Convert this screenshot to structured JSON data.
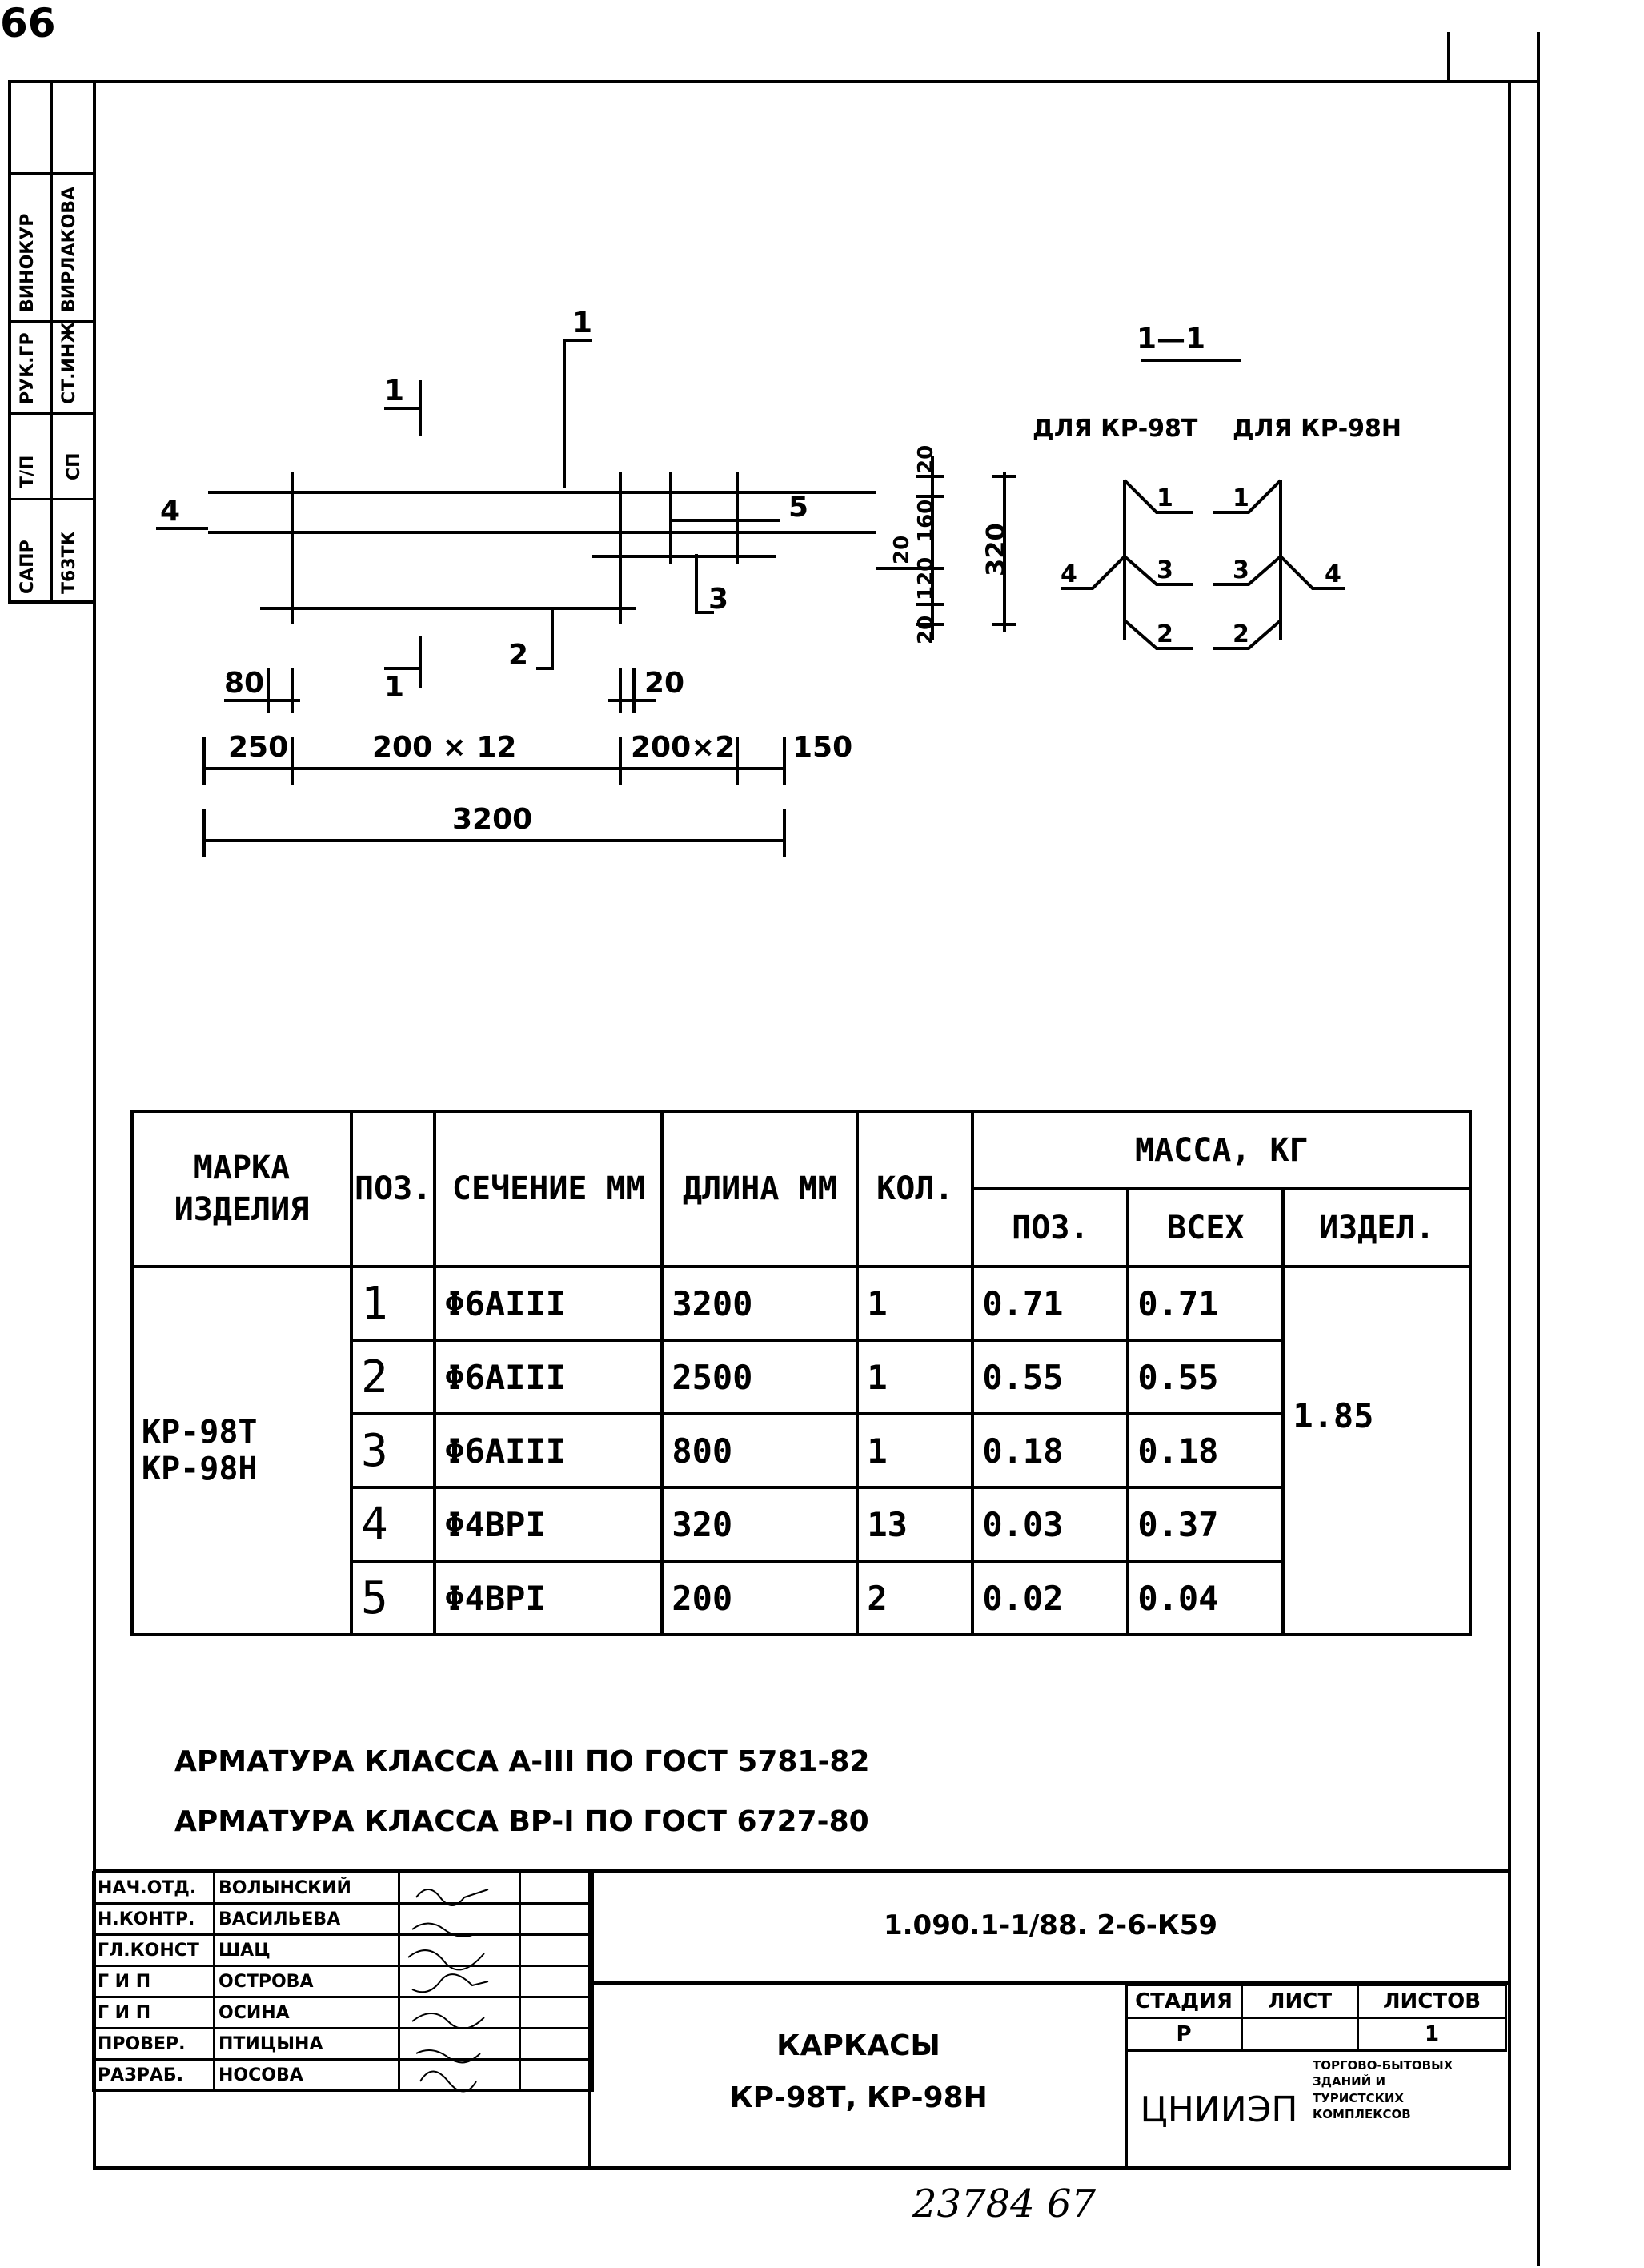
{
  "page_number": "66",
  "stamp": {
    "cells": [
      "САПР",
      "Т63ТК",
      "Т/П",
      "СП",
      "РУК.ГР",
      "СТ.ИНЖ",
      "ВИНОКУР",
      "ВИРЛАКОВА"
    ]
  },
  "drawing": {
    "section_mark": "1—1",
    "for_t": "ДЛЯ КР-98Т",
    "for_h": "ДЛЯ КР-98Н",
    "labels": {
      "p1": "1",
      "p2": "2",
      "p3": "3",
      "p4": "4",
      "p5": "5",
      "cut": "1",
      "d80": "80",
      "d20": "20",
      "d250": "250",
      "d200x12": "200 × 12",
      "d200x2": "200×2",
      "d150": "150",
      "d3200": "3200",
      "s20a": "20",
      "s160": "160",
      "s320": "320",
      "s20b": "20",
      "s120": "120",
      "s20c": "20"
    }
  },
  "table": {
    "headers": {
      "mark": "МАРКА ИЗДЕЛИЯ",
      "pos": "ПОЗ.",
      "section": "СЕЧЕНИЕ ММ",
      "length": "ДЛИНА ММ",
      "qty": "КОЛ.",
      "mass": "МАССА, КГ",
      "mass_pos": "ПОЗ.",
      "mass_all": "ВСЕХ",
      "mass_item": "ИЗДЕЛ."
    },
    "mark_value": "КР-98Т КР-98Н",
    "item_mass": "1.85",
    "rows": [
      {
        "pos": "1",
        "section": "Φ6AIII",
        "length": "3200",
        "qty": "1",
        "mpos": "0.71",
        "mall": "0.71"
      },
      {
        "pos": "2",
        "section": "Φ6AIII",
        "length": "2500",
        "qty": "1",
        "mpos": "0.55",
        "mall": "0.55"
      },
      {
        "pos": "3",
        "section": "Φ6AIII",
        "length": "800",
        "qty": "1",
        "mpos": "0.18",
        "mall": "0.18"
      },
      {
        "pos": "4",
        "section": "Φ4BPI",
        "length": "320",
        "qty": "13",
        "mpos": "0.03",
        "mall": "0.37"
      },
      {
        "pos": "5",
        "section": "Φ4BPI",
        "length": "200",
        "qty": "2",
        "mpos": "0.02",
        "mall": "0.04"
      }
    ]
  },
  "notes": {
    "line1": "АРМАТУРА КЛАССА А-III   ПО ГОСТ 5781-82",
    "line2": "АРМАТУРА КЛАССА ВР-I   ПО ГОСТ 6727-80"
  },
  "title_block": {
    "signers": [
      {
        "role": "НАЧ.ОТД.",
        "name": "ВОЛЫНСКИЙ"
      },
      {
        "role": "Н.КОНТР.",
        "name": "ВАСИЛЬЕВА"
      },
      {
        "role": "ГЛ.КОНСТ",
        "name": "ШАЦ"
      },
      {
        "role": "Г И П",
        "name": "ОСТРОВА"
      },
      {
        "role": "Г И П",
        "name": "ОСИНА"
      },
      {
        "role": "ПРОВЕР.",
        "name": "ПТИЦЫНА"
      },
      {
        "role": "РАЗРАБ.",
        "name": "НОСОВА"
      }
    ],
    "doc_code": "1.090.1-1/88. 2-6-К59",
    "title_line1": "КАРКАСЫ",
    "title_line2": "КР-98Т, КР-98Н",
    "stage_label": "СТАДИЯ",
    "sheet_label": "ЛИСТ",
    "sheets_label": "ЛИСТОВ",
    "stage_value": "Р",
    "sheet_value": "",
    "sheets_value": "1",
    "org": "ЦНИИЭП",
    "org_note": "ТОРГОВО-БЫТОВЫХ ЗДАНИЙ И ТУРИСТСКИХ КОМПЛЕКСОВ"
  },
  "bottom_number": "23784 67"
}
